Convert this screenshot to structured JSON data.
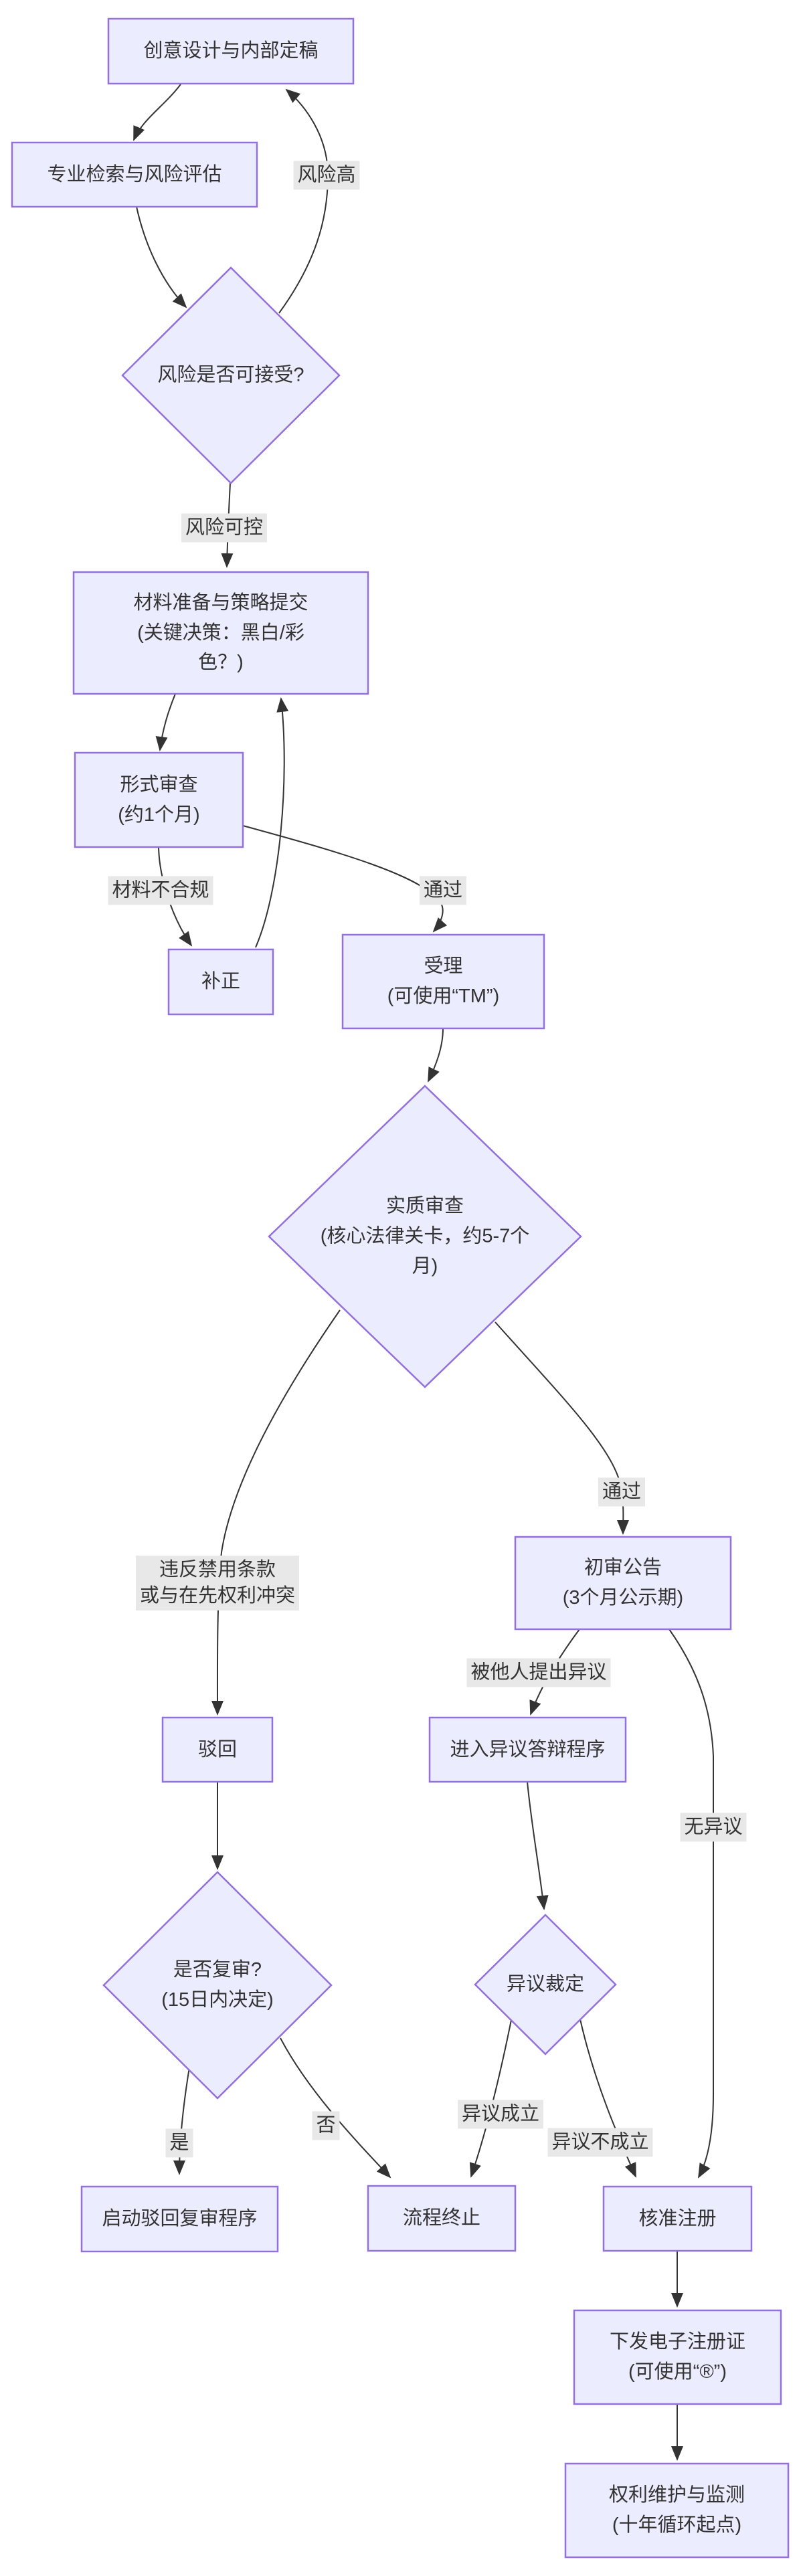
{
  "diagram": {
    "type": "flowchart",
    "direction": "top-down",
    "colors": {
      "background": "#FFFFFF",
      "node_fill": "#ECECFF",
      "node_border": "#9370DB",
      "edge": "#333333",
      "edge_label_bg": "#E8E8E8",
      "text": "#333333"
    },
    "nodes": {
      "A": {
        "shape": "rect",
        "l1": "创意设计与内部定稿"
      },
      "B": {
        "shape": "rect",
        "l1": "专业检索与风险评估"
      },
      "C": {
        "shape": "diamond",
        "l1": "风险是否可接受?"
      },
      "D": {
        "shape": "rect",
        "l1": "材料准备与策略提交",
        "l2": "(关键决策：黑白/彩",
        "l3": "色？)"
      },
      "E": {
        "shape": "rect",
        "l1": "形式审查",
        "l2": "(约1个月)"
      },
      "F": {
        "shape": "rect",
        "l1": "补正"
      },
      "G": {
        "shape": "rect",
        "l1": "受理",
        "l2": "(可使用“TM”)"
      },
      "H": {
        "shape": "diamond",
        "l1": "实质审查",
        "l2": "(核心法律关卡，约5-7个",
        "l3": "月)"
      },
      "I": {
        "shape": "rect",
        "l1": "驳回"
      },
      "J": {
        "shape": "rect",
        "l1": "初审公告",
        "l2": "(3个月公示期)"
      },
      "K": {
        "shape": "rect",
        "l1": "进入异议答辩程序"
      },
      "L": {
        "shape": "diamond",
        "l1": "是否复审?",
        "l2": "(15日内决定)"
      },
      "M": {
        "shape": "diamond",
        "l1": "异议裁定"
      },
      "N": {
        "shape": "rect",
        "l1": "启动驳回复审程序"
      },
      "O": {
        "shape": "rect",
        "l1": "流程终止"
      },
      "P": {
        "shape": "rect",
        "l1": "核准注册"
      },
      "Q": {
        "shape": "rect",
        "l1": "下发电子注册证",
        "l2": "(可使用“®”)"
      },
      "R": {
        "shape": "rect",
        "l1": "权利维护与监测",
        "l2": "(十年循环起点)"
      }
    },
    "edge_labels": {
      "risk_high": "风险高",
      "risk_ok": "风险可控",
      "noncompliant": "材料不合规",
      "pass1": "通过",
      "pass2": "通过",
      "violate_l1": "违反禁用条款",
      "violate_l2": "或与在先权利冲突",
      "opposed": "被他人提出异议",
      "no_opposition": "无异议",
      "yes": "是",
      "no": "否",
      "upheld": "异议成立",
      "not_upheld": "异议不成立"
    },
    "edges": [
      {
        "from": "创意设计与内部定稿",
        "to": "专业检索与风险评估",
        "label": ""
      },
      {
        "from": "专业检索与风险评估",
        "to": "风险是否可接受?",
        "label": ""
      },
      {
        "from": "风险是否可接受?",
        "to": "创意设计与内部定稿",
        "label": "风险高"
      },
      {
        "from": "风险是否可接受?",
        "to": "材料准备与策略提交",
        "label": "风险可控"
      },
      {
        "from": "材料准备与策略提交",
        "to": "形式审查",
        "label": ""
      },
      {
        "from": "形式审查",
        "to": "补正",
        "label": "材料不合规"
      },
      {
        "from": "补正",
        "to": "材料准备与策略提交",
        "label": ""
      },
      {
        "from": "形式审查",
        "to": "受理",
        "label": "通过"
      },
      {
        "from": "受理",
        "to": "实质审查",
        "label": ""
      },
      {
        "from": "实质审查",
        "to": "驳回",
        "label": "违反禁用条款 或与在先权利冲突"
      },
      {
        "from": "实质审查",
        "to": "初审公告",
        "label": "通过"
      },
      {
        "from": "驳回",
        "to": "是否复审?",
        "label": ""
      },
      {
        "from": "初审公告",
        "to": "进入异议答辩程序",
        "label": "被他人提出异议"
      },
      {
        "from": "初审公告",
        "to": "核准注册",
        "label": "无异议"
      },
      {
        "from": "进入异议答辩程序",
        "to": "异议裁定",
        "label": ""
      },
      {
        "from": "是否复审?",
        "to": "启动驳回复审程序",
        "label": "是"
      },
      {
        "from": "是否复审?",
        "to": "流程终止",
        "label": "否"
      },
      {
        "from": "异议裁定",
        "to": "流程终止",
        "label": "异议成立"
      },
      {
        "from": "异议裁定",
        "to": "核准注册",
        "label": "异议不成立"
      },
      {
        "from": "核准注册",
        "to": "下发电子注册证",
        "label": ""
      },
      {
        "from": "下发电子注册证",
        "to": "权利维护与监测",
        "label": ""
      }
    ]
  }
}
